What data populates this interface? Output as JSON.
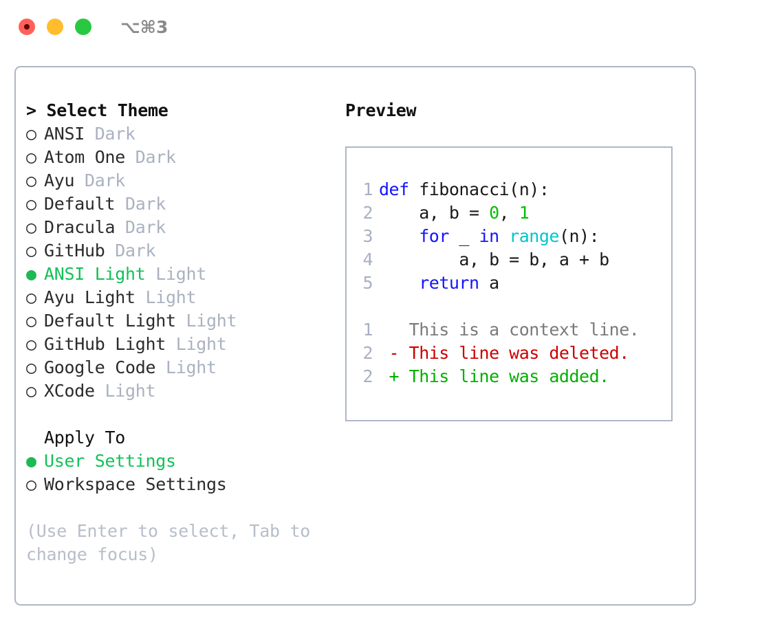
{
  "window": {
    "shortcut_label": "⌥⌘3",
    "traffic_lights": [
      {
        "name": "close",
        "color": "#ff6159"
      },
      {
        "name": "minimize",
        "color": "#ffbd2e"
      },
      {
        "name": "maximize",
        "color": "#28c840"
      }
    ]
  },
  "theme_picker": {
    "header": "> Select Theme",
    "items": [
      {
        "marker": "○",
        "label": "ANSI",
        "tag": "Dark",
        "selected": false
      },
      {
        "marker": "○",
        "label": "Atom One",
        "tag": "Dark",
        "selected": false
      },
      {
        "marker": "○",
        "label": "Ayu",
        "tag": "Dark",
        "selected": false
      },
      {
        "marker": "○",
        "label": "Default",
        "tag": "Dark",
        "selected": false
      },
      {
        "marker": "○",
        "label": "Dracula",
        "tag": "Dark",
        "selected": false
      },
      {
        "marker": "○",
        "label": "GitHub",
        "tag": "Dark",
        "selected": false
      },
      {
        "marker": "●",
        "label": "ANSI Light",
        "tag": "Light",
        "selected": true
      },
      {
        "marker": "○",
        "label": "Ayu Light",
        "tag": "Light",
        "selected": false
      },
      {
        "marker": "○",
        "label": "Default Light",
        "tag": "Light",
        "selected": false
      },
      {
        "marker": "○",
        "label": "GitHub Light",
        "tag": "Light",
        "selected": false
      },
      {
        "marker": "○",
        "label": "Google Code",
        "tag": "Light",
        "selected": false
      },
      {
        "marker": "○",
        "label": "XCode",
        "tag": "Light",
        "selected": false
      }
    ]
  },
  "apply_to": {
    "title": "Apply To",
    "items": [
      {
        "marker": "●",
        "label": "User Settings",
        "selected": true
      },
      {
        "marker": "○",
        "label": "Workspace Settings",
        "selected": false
      }
    ]
  },
  "hint": "(Use Enter to select, Tab to change focus)",
  "preview": {
    "title": "Preview",
    "code_lines": [
      {
        "number": "1",
        "tokens": [
          {
            "text": "def",
            "kind": "kw"
          },
          {
            "text": " fibonacci(n):",
            "kind": "plain"
          }
        ]
      },
      {
        "number": "2",
        "tokens": [
          {
            "text": "    a, b = ",
            "kind": "plain"
          },
          {
            "text": "0",
            "kind": "num"
          },
          {
            "text": ", ",
            "kind": "plain"
          },
          {
            "text": "1",
            "kind": "num"
          }
        ]
      },
      {
        "number": "3",
        "tokens": [
          {
            "text": "    ",
            "kind": "plain"
          },
          {
            "text": "for",
            "kind": "kw"
          },
          {
            "text": " _ ",
            "kind": "plain"
          },
          {
            "text": "in",
            "kind": "kw"
          },
          {
            "text": " ",
            "kind": "plain"
          },
          {
            "text": "range",
            "kind": "builtin"
          },
          {
            "text": "(n):",
            "kind": "plain"
          }
        ]
      },
      {
        "number": "4",
        "tokens": [
          {
            "text": "        a, b = b, a + b",
            "kind": "plain"
          }
        ]
      },
      {
        "number": "5",
        "tokens": [
          {
            "text": "    ",
            "kind": "plain"
          },
          {
            "text": "return",
            "kind": "kw"
          },
          {
            "text": " a",
            "kind": "plain"
          }
        ]
      }
    ],
    "diff_lines": [
      {
        "number": "1",
        "sign": " ",
        "text": "This is a context line.",
        "kind": "ctx"
      },
      {
        "number": "2",
        "sign": "-",
        "text": "This line was deleted.",
        "kind": "del"
      },
      {
        "number": "2",
        "sign": "+",
        "text": "This line was added.",
        "kind": "add"
      }
    ]
  },
  "colors": {
    "accent_green": "#13c158",
    "muted": "#aab2c0",
    "border": "#aeb6c6",
    "keyword": "#1414ff",
    "number": "#00c000",
    "builtin": "#00c5cd",
    "diff_add": "#00b000",
    "diff_del": "#cc0000",
    "diff_ctx": "#7a7a7a"
  }
}
